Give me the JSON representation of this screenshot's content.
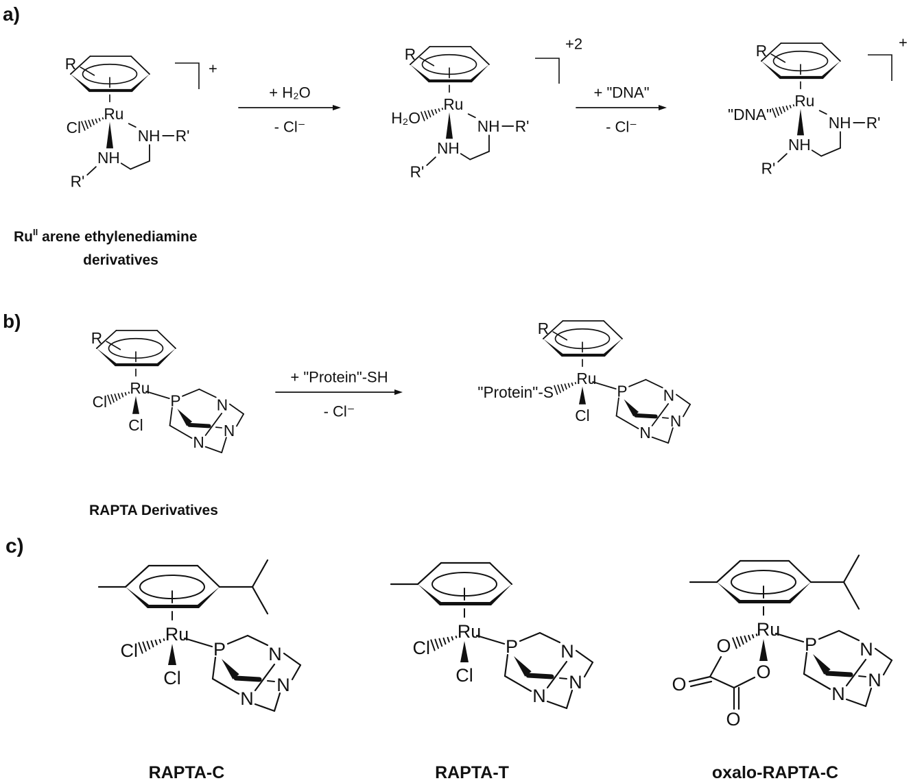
{
  "panels": {
    "a": {
      "letter": "a)",
      "caption": {
        "ru": "Ru",
        "sup": "II",
        "rest": " arene  ethylenediamine",
        "line2": "derivatives"
      },
      "molecules": [
        {
          "arene": "R",
          "ligand": "en",
          "r": "R",
          "metal": "Ru",
          "left": "Cl",
          "right": "NH",
          "rprime": "R'",
          "lower": "NH",
          "rprime2": "R'",
          "charge": "+"
        },
        {
          "arene": "R",
          "ligand": "en",
          "r": "R",
          "metal": "Ru",
          "left": "H₂O",
          "right": "NH",
          "rprime": "R'",
          "lower": "NH",
          "rprime2": "R'",
          "charge": "+2"
        },
        {
          "arene": "R",
          "ligand": "en",
          "r": "R",
          "metal": "Ru",
          "left": "\"DNA\"",
          "right": "NH",
          "rprime": "R'",
          "lower": "NH",
          "rprime2": "R'",
          "charge": "+"
        }
      ],
      "arrows": [
        {
          "above": "+ H₂O",
          "below": "- Cl⁻"
        },
        {
          "above": "+ \"DNA\"",
          "below": "- Cl⁻"
        }
      ]
    },
    "b": {
      "letter": "b)",
      "caption": "RAPTA Derivatives",
      "molecules": [
        {
          "arene": "R",
          "ligand": "pta",
          "r": "R",
          "metal": "Ru",
          "left": "Cl",
          "down": "Cl",
          "p": "P",
          "n": [
            "N",
            "N",
            "N"
          ]
        },
        {
          "arene": "R",
          "ligand": "pta",
          "r": "R",
          "metal": "Ru",
          "left": "\"Protein\"-S",
          "down": "Cl",
          "p": "P",
          "n": [
            "N",
            "N",
            "N"
          ]
        }
      ],
      "arrows": [
        {
          "above": "+ \"Protein\"-SH",
          "below": "- Cl⁻"
        }
      ]
    },
    "c": {
      "letter": "c)",
      "molecules": [
        {
          "arene": "cymene",
          "ligand": "pta",
          "metal": "Ru",
          "left": "Cl",
          "down": "Cl",
          "p": "P",
          "n": [
            "N",
            "N",
            "N"
          ],
          "name": "RAPTA-C"
        },
        {
          "arene": "toluene",
          "ligand": "pta",
          "metal": "Ru",
          "left": "Cl",
          "down": "Cl",
          "p": "P",
          "n": [
            "N",
            "N",
            "N"
          ],
          "name": "RAPTA-T"
        },
        {
          "arene": "cymene",
          "ligand": "pta",
          "oxalo": true,
          "metal": "Ru",
          "left": "O",
          "down": "O",
          "oxo": [
            "O",
            "O"
          ],
          "p": "P",
          "n": [
            "N",
            "N",
            "N"
          ],
          "name": "oxalo-RAPTA-C"
        }
      ]
    }
  }
}
